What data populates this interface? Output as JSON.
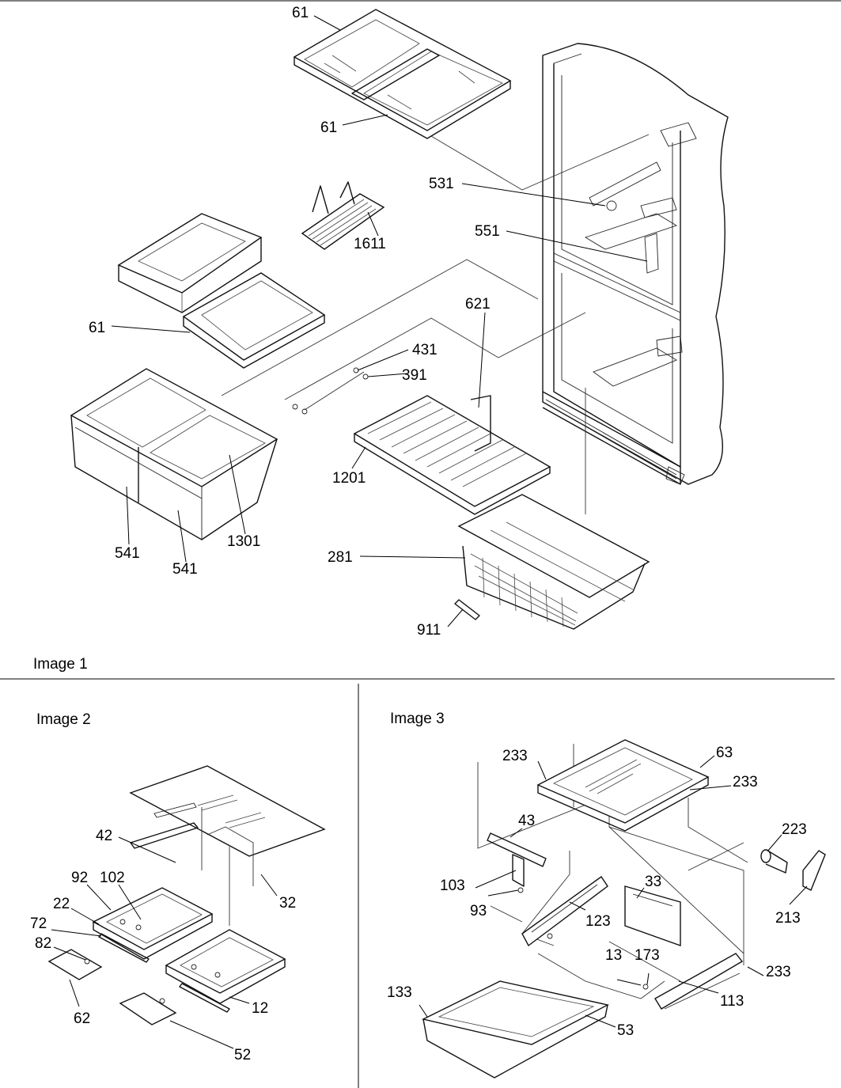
{
  "captions": {
    "image1": "Image 1",
    "image2": "Image 2",
    "image3": "Image 3"
  },
  "image1_callouts": {
    "c61_top": "61",
    "c61_mid": "61",
    "c61_left": "61",
    "c531": "531",
    "c551": "551",
    "c1611": "1611",
    "c621": "621",
    "c431": "431",
    "c391": "391",
    "c1201": "1201",
    "c1301": "1301",
    "c541_a": "541",
    "c541_b": "541",
    "c281": "281",
    "c911": "911"
  },
  "image2_callouts": {
    "c42": "42",
    "c92": "92",
    "c102": "102",
    "c22": "22",
    "c72": "72",
    "c82": "82",
    "c62": "62",
    "c32": "32",
    "c12": "12",
    "c52": "52"
  },
  "image3_callouts": {
    "c233_a": "233",
    "c63": "63",
    "c233_b": "233",
    "c43": "43",
    "c223": "223",
    "c103": "103",
    "c33": "33",
    "c93": "93",
    "c123": "123",
    "c213": "213",
    "c13": "13",
    "c173": "173",
    "c233_c": "233",
    "c133": "133",
    "c113": "113",
    "c53": "53"
  }
}
